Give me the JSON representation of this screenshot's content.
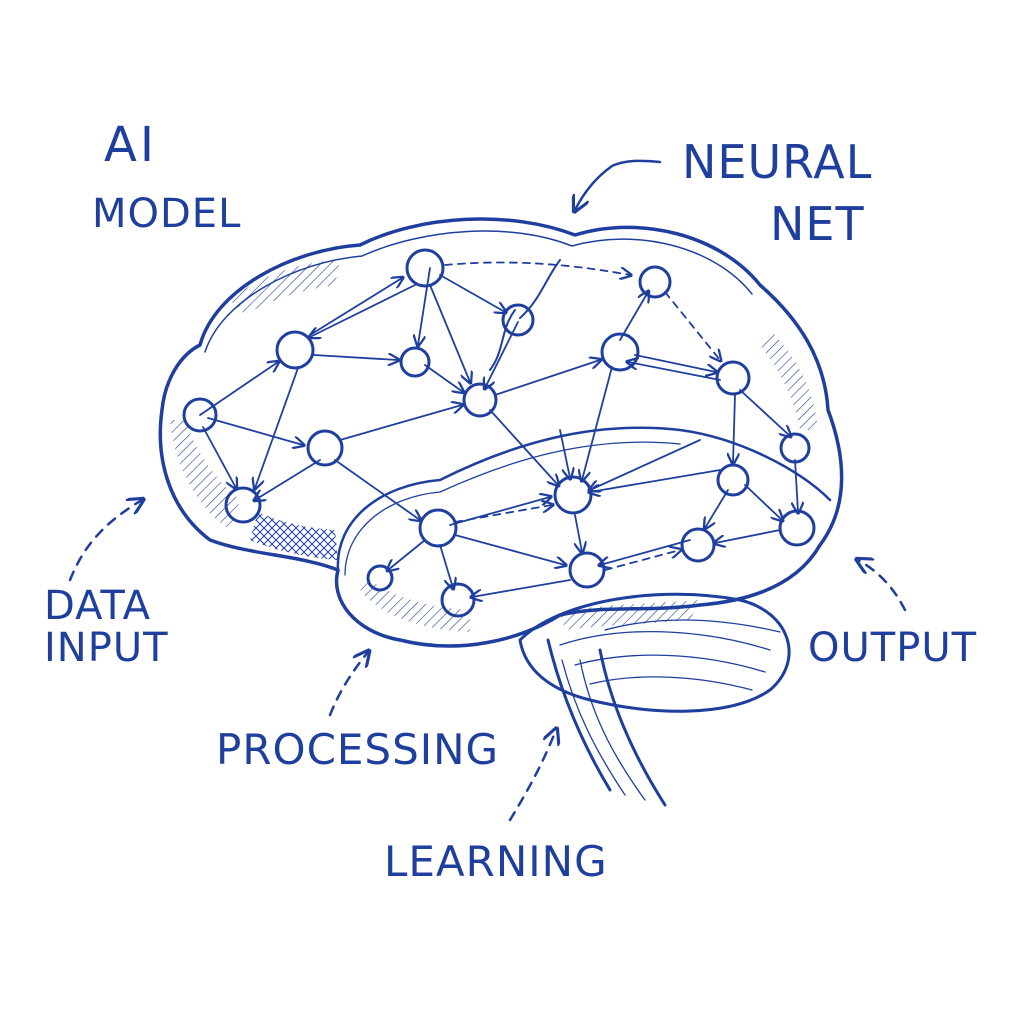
{
  "colors": {
    "ink": "#1f3f9e",
    "background": "#ffffff"
  },
  "labels": {
    "ai": "AI",
    "model": "MODEL",
    "neural_line1": "NEURAL",
    "neural_line2": "NET",
    "data_line1": "DATA",
    "data_line2": "INPUT",
    "output": "OUTPUT",
    "processing": "PROCESSING",
    "learning": "LEARNING"
  }
}
